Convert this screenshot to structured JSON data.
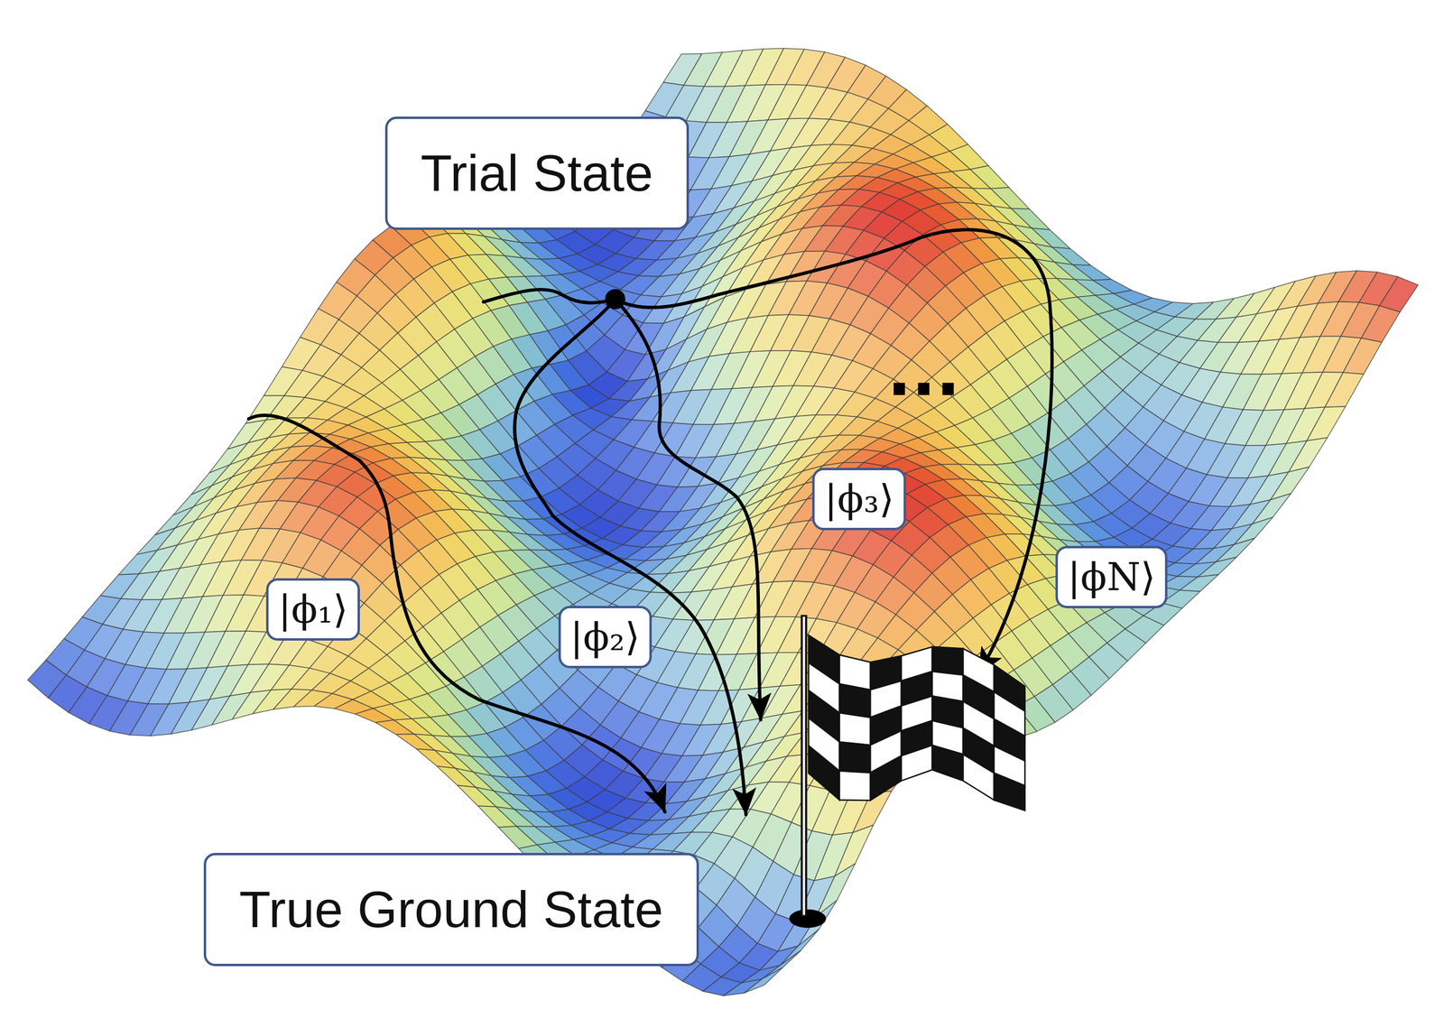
{
  "diagram": {
    "nodes": [
      {
        "text": [
          "Trial State"
        ]
      },
      {
        "text": [
          "|ϕ₁⟩"
        ]
      },
      {
        "text": [
          "|ϕ₂⟩"
        ]
      },
      {
        "text": [
          "|ϕ₃⟩"
        ]
      },
      {
        "text": [
          "|ϕN⟩"
        ]
      },
      {
        "text": [
          "True Ground State"
        ]
      }
    ],
    "labels": [
      "..."
    ]
  }
}
